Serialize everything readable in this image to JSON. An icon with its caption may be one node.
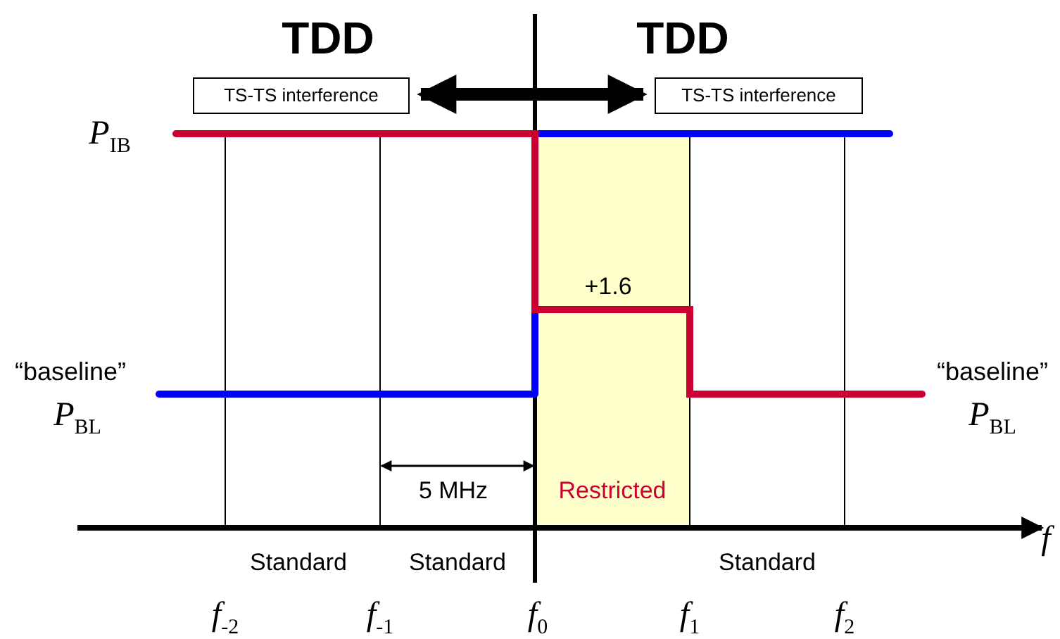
{
  "diagram": {
    "nodes": [
      {
        "text": [
          "TS-TS interference"
        ]
      },
      {
        "text": [
          "TS-TS interference"
        ]
      }
    ],
    "edges": [
      {
        "from": 0,
        "to": 1,
        "arrow": "both"
      }
    ],
    "labels": [
      "TDD",
      "TDD",
      "*P*$_{IB}$",
      "+1.6",
      "“baseline”",
      "“baseline”",
      "*P*$_{BL}$",
      "*P*$_{BL}$",
      "5 MHz",
      "Restricted",
      "f",
      "Standard",
      "Standard",
      "Standard",
      "*f*$_{-2}$",
      "*f*$_{-1}$",
      "*f*$_{0}$",
      "*f*$_{1}$",
      "*f*$_{2}$"
    ]
  }
}
